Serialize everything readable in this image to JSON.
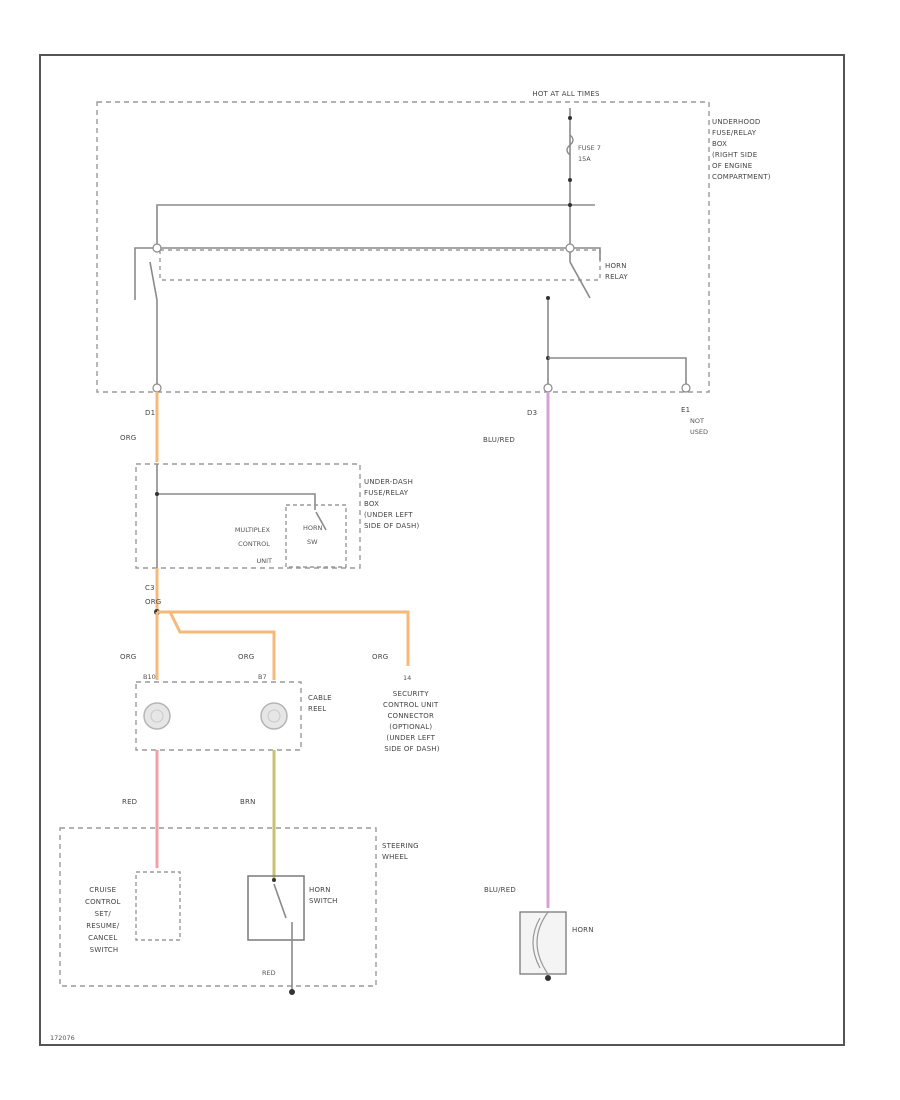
{
  "colors": {
    "orange": "#f5b97a",
    "pink": "#f2a0a8",
    "yellow": "#c8c070",
    "purple": "#d8a0d8",
    "gray": "#8a8a8a"
  },
  "labels": {
    "hot_at_all_times": "HOT AT ALL TIMES",
    "fuse": "FUSE 7",
    "fuse_amp": "15A",
    "underhood_box": [
      "UNDERHOOD",
      "FUSE/RELAY",
      "BOX",
      "(RIGHT SIDE",
      "OF ENGINE",
      "COMPARTMENT)"
    ],
    "horn_relay": [
      "HORN",
      "RELAY"
    ],
    "c1_d1": "D1",
    "c1_d3": "D3",
    "c1_e1": "E1",
    "not_used": [
      "NOT",
      "USED"
    ],
    "org": "ORG",
    "blured": "BLU/RED",
    "underdash_box": [
      "UNDER-DASH",
      "FUSE/RELAY",
      "BOX",
      "(UNDER LEFT",
      "SIDE OF DASH)"
    ],
    "multiplex": [
      "MULTIPLEX",
      "CONTROL",
      "UNIT"
    ],
    "horn_sw": [
      "HORN",
      "SW"
    ],
    "c3": "C3",
    "b10": "B10",
    "b7": "B7",
    "pin14": "14",
    "cable_reel": [
      "CABLE",
      "REEL"
    ],
    "security": [
      "SECURITY",
      "CONTROL UNIT",
      "CONNECTOR",
      "(OPTIONAL)",
      "(UNDER LEFT",
      "SIDE OF DASH)"
    ],
    "red": "RED",
    "brn": "BRN",
    "steering_wheel": [
      "STEERING",
      "WHEEL"
    ],
    "cruise": [
      "CRUISE",
      "CONTROL",
      "SET/",
      "RESUME/",
      "CANCEL",
      "SWITCH"
    ],
    "horn_switch": [
      "HORN",
      "SWITCH"
    ],
    "horn": "HORN",
    "footer": "172076"
  }
}
